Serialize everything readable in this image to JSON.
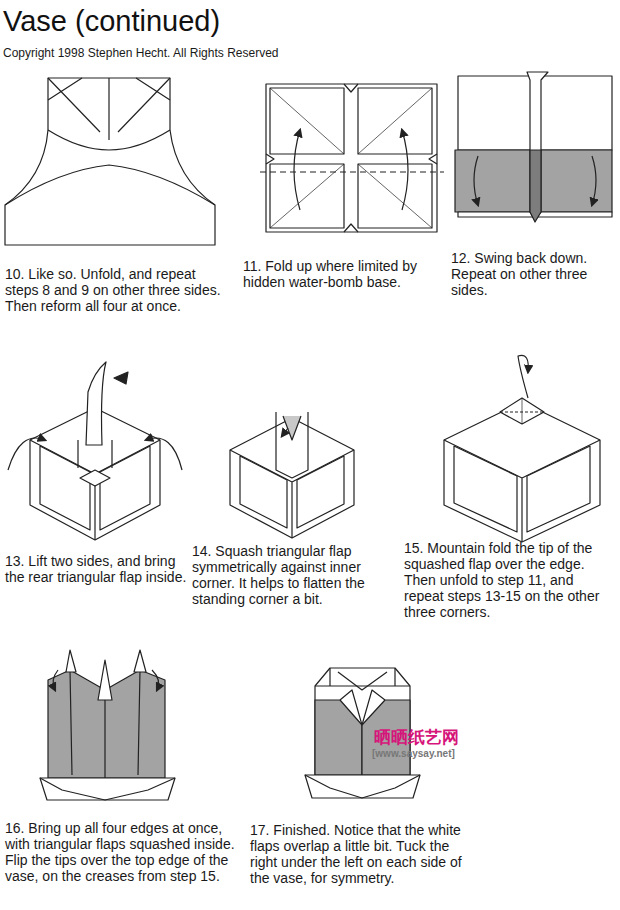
{
  "diagram": {
    "title": "Vase (continued)",
    "labels": [
      "Copyright 1998 Stephen Hecht.  All Rights Reserved",
      "10. Like so.  Unfold, and repeat steps 8 and 9 on other three sides.  Then reform all four at once.",
      "11. Fold up where limited by hidden water-bomb base.",
      "12. Swing back down. Repeat on other three sides.",
      "13. Lift two sides, and bring the rear triangular flap inside.",
      "14. Squash triangular flap symmetrically against inner corner.  It helps to flatten the standing corner a bit.",
      "15.  Mountain fold the tip of the squashed flap over the edge. Then unfold to step 11, and repeat steps 13-15 on the other three corners.",
      "16. Bring up all four edges at once, with triangular flaps squashed inside.  Flip the tips over the top edge of the vase, on the creases from step 15.",
      "17. Finished.  Notice that the white flaps overlap a little bit. Tuck the right under the left on each side of the vase, for symmetry.",
      "晒晒纸艺网",
      "[www.saysay.net]"
    ]
  }
}
